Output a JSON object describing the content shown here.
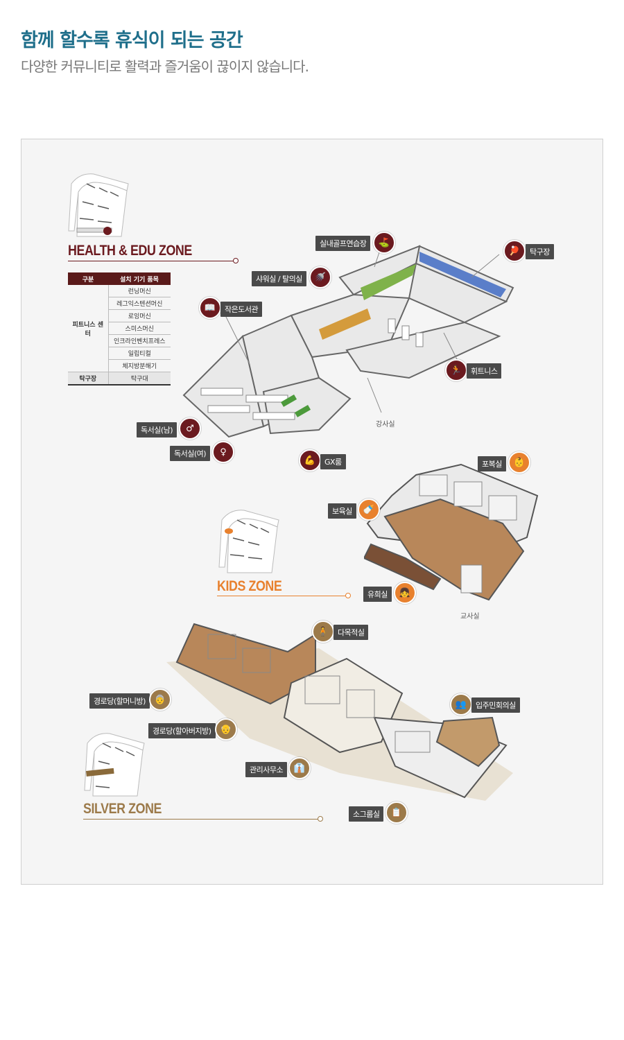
{
  "header": {
    "title": "함께 할수록 휴식이 되는 공간",
    "subtitle": "다양한 커뮤니티로 활력과 즐거움이 끊이지 않습니다."
  },
  "colors": {
    "health": "#6b1a1f",
    "kids": "#e8812e",
    "silver": "#9c7a4a",
    "label_bg": "#4a4a4a",
    "title": "#1f6f8b"
  },
  "health_zone": {
    "title": "HEALTH & EDU  ZONE",
    "table": {
      "headers": [
        "구분",
        "설치 기기 품목"
      ],
      "category_fitness": "피트니스 센터",
      "fitness_items": [
        "런닝머신",
        "레그익스텐션머신",
        "로잉머신",
        "스미스머신",
        "인크라인벤치프레스",
        "일립티컬",
        "체지방분해기"
      ],
      "category_tt": "탁구장",
      "tt_item": "탁구대"
    },
    "rooms": {
      "golf": "실내골프연습장",
      "shower": "샤워실 / 탈의실",
      "library": "작은도서관",
      "table_tennis": "탁구장",
      "fitness": "휘트니스",
      "reading_m": "독서실(남)",
      "reading_f": "독서실(여)",
      "gx": "GX룸",
      "lecture": "강사실"
    }
  },
  "kids_zone": {
    "title": "KIDS ZONE",
    "rooms": {
      "nursing": "포복실",
      "care": "보육실",
      "play": "유희실",
      "teacher": "교사실"
    }
  },
  "silver_zone": {
    "title": "SILVER ZONE",
    "rooms": {
      "multi": "다목적실",
      "grandma": "경로당(할머니방)",
      "grandpa": "경로당(할아버지방)",
      "residents": "입주민회의실",
      "office": "관리사무소",
      "small_group": "소그룹실"
    }
  }
}
